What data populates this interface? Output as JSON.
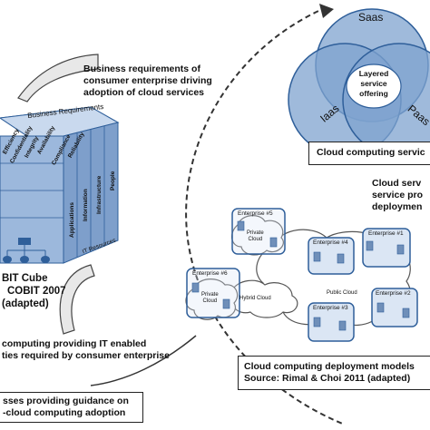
{
  "top_text": {
    "line1": "Business   requirements   of",
    "line2": "consumer enterprise driving",
    "line3": "adoption of cloud services"
  },
  "venn": {
    "saas": "Saas",
    "iaas": "Iaas",
    "paas": "Paas",
    "center_line1": "Layered",
    "center_line2": "service",
    "center_line3": "offering"
  },
  "service_caption": "Cloud computing servic",
  "cube": {
    "top_label": "Business Requirements",
    "top_items": [
      "Efficiency",
      "Confidentiality",
      "Integrity",
      "Availability",
      "Compliance",
      "Reliability"
    ],
    "side_items": [
      "Applications",
      "Information",
      "Infrastructure",
      "People"
    ],
    "side_caption": "IT Resources"
  },
  "cobit_caption": {
    "line1": "BIT Cube",
    "line2": "COBIT 2007",
    "line3": "(adapted)"
  },
  "right_text": {
    "line1": "Cloud   serv",
    "line2": "service   pro",
    "line3": "deploymen"
  },
  "deployment": {
    "enterprise5": "Enterprise #5",
    "enterprise4": "Enterprise #4",
    "enterprise1": "Enterprise #1",
    "enterprise6": "Enterprise #6",
    "enterprise3": "Enterprise #3",
    "enterprise2": "Enterprise #2",
    "private_cloud_top": "Private\nCloud",
    "private_cloud_left": "Private\nCloud",
    "hybrid_cloud": "Hybrid Cloud",
    "public_cloud": "Public Cloud"
  },
  "deployment_caption": {
    "line1": "Cloud computing deployment models",
    "line2": "Source: Rimal & Choi 2011 (adapted)"
  },
  "bottom_text": {
    "line1": "computing    providing    IT    enabled",
    "line2": "ties required by consumer enterprise"
  },
  "bottom_box": {
    "line1": "sses providing guidance on",
    "line2": "-cloud computing adoption"
  }
}
